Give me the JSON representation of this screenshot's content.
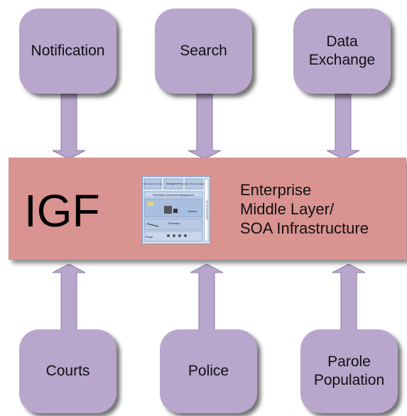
{
  "boxes_top": [
    "Notification",
    "Search",
    "Data\nExchange"
  ],
  "boxes_bottom": [
    "Courts",
    "Police",
    "Parole\nPopulation"
  ],
  "band": {
    "title": "IGF",
    "description": "Enterprise\nMiddle Layer/\nSOA Infrastructure"
  },
  "thumbnail": {
    "top_labels": [
      "Information Sharing",
      "Management",
      "Information Identity Management"
    ],
    "layer_label": "Information Government Management",
    "systems_label": "Systems",
    "processes_label": "Processes",
    "people_label": "People",
    "side_label": "Service Governance"
  },
  "colors": {
    "box": "#b8a6cc",
    "band": "#d99391"
  }
}
